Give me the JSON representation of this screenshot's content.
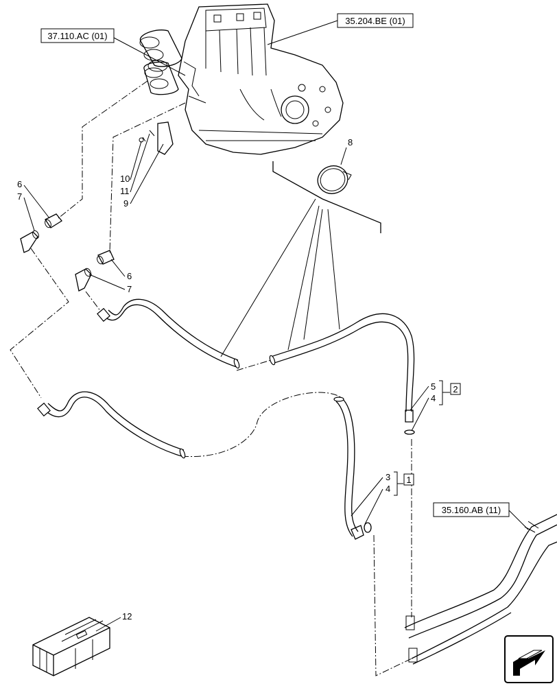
{
  "references": {
    "ref_37110": "37.110.AC (01)",
    "ref_35204": "35.204.BE (01)",
    "ref_35160": "35.160.AB (11)"
  },
  "callouts": {
    "c6a": "6",
    "c7a": "7",
    "c6b": "6",
    "c7b": "7",
    "c8": "8",
    "c9": "9",
    "c10": "10",
    "c11": "11",
    "c5": "5",
    "c4a": "4",
    "c3": "3",
    "c4b": "4",
    "c12": "12"
  },
  "kits": {
    "kit1": "1",
    "kit2": "2"
  },
  "icons": {
    "nav": "arrow-return-icon"
  }
}
